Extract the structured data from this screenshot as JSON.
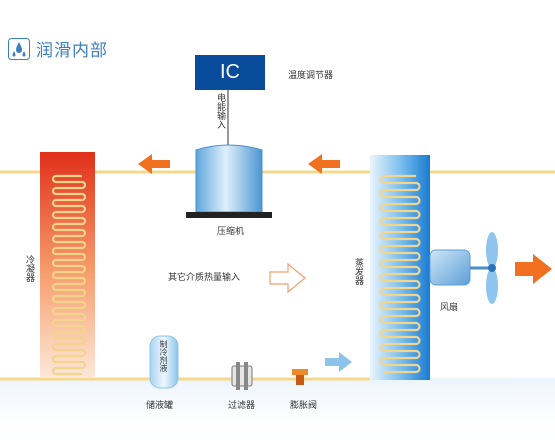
{
  "header": {
    "title": "润滑内部",
    "icon": "water-drops-icon",
    "accent": "#3a7fc2"
  },
  "components": {
    "ic": "IC",
    "temperature_controller": "温度调节器",
    "power_input": "电能输入",
    "compressor": "压缩机",
    "condenser": "冷凝器",
    "evaporator": "蒸发器",
    "other_heat_input": "其它介质热量输入",
    "accumulator": "储液罐",
    "refrigerant_liquid": "制冷剂液",
    "filter": "过滤器",
    "expansion_valve": "膨胀阀",
    "fan": "风扇"
  },
  "colors": {
    "pipe": "#f4d98a",
    "flow_arrow": "#f07020",
    "ic_box": "#0a4c9c",
    "condenser_hot": "#e0301a",
    "evaporator_cold": "#2a8ad8",
    "cool_arrow": "#8cc4ec"
  }
}
